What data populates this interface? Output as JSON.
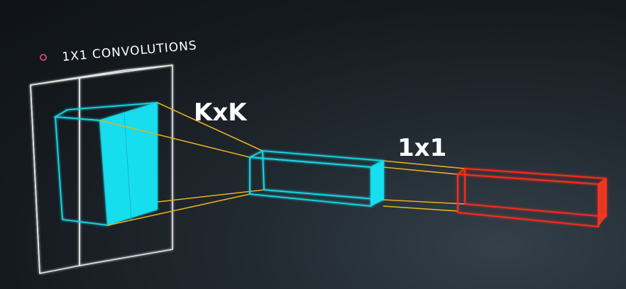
{
  "slide": {
    "bullet_title": "1X1 CONVOLUTIONS",
    "label_kernel": "KxK",
    "label_pointwise": "1x1"
  },
  "colors": {
    "background": "#1a2026",
    "input_volume": "#e8e8e8",
    "feature_slab": "#19d6e6",
    "projection_lines": "#e8b020",
    "output_volume": "#ff2a1a",
    "bullet": "#e0407a",
    "text": "#ffffff"
  }
}
